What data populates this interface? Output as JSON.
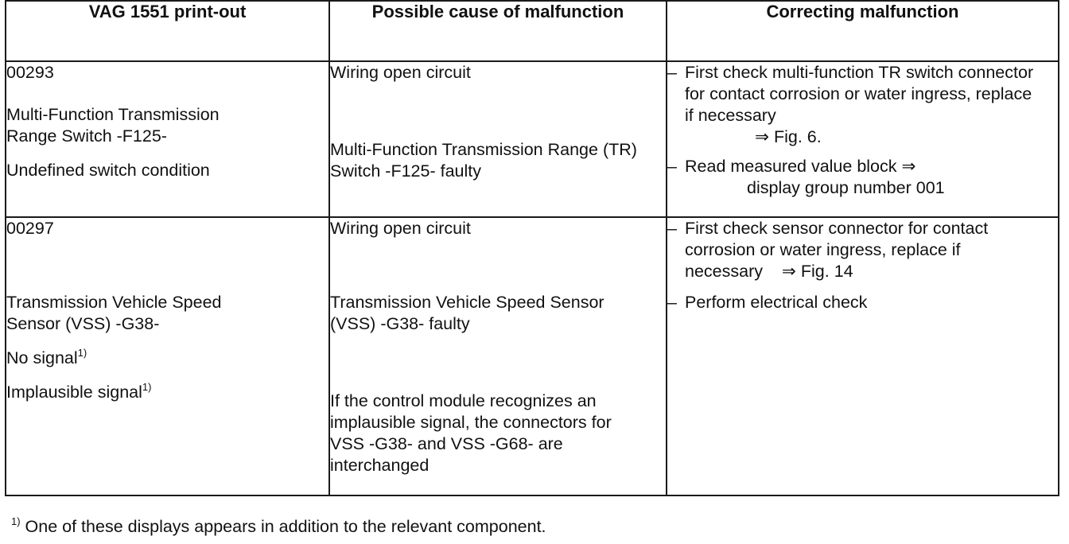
{
  "table": {
    "headers": [
      "VAG 1551 print-out",
      "Possible cause of malfunction",
      "Correcting malfunction"
    ],
    "row1": {
      "code": "00293",
      "component": "Multi-Function Transmission Range Switch -F125-",
      "condition": "Undefined switch condition",
      "cause1": "Wiring open circuit",
      "cause2": "Multi-Function Transmission Range (TR) Switch -F125- faulty",
      "fix1_line1": "First check multi-function TR switch connector for contact corrosion or water ingress, replace if necessary",
      "fix1_ref": "⇒  Fig. 6.",
      "fix2_line1": "Read measured value block ⇒",
      "fix2_line2": "display group number 001"
    },
    "row2": {
      "code": "00297",
      "component": "Transmission Vehicle Speed Sensor (VSS) -G38-",
      "condition1": "No signal",
      "condition2": "Implausible signal",
      "footnote_mark": "1)",
      "cause1": "Wiring open circuit",
      "cause2": "Transmission Vehicle Speed Sensor (VSS) -G38- faulty",
      "cause3": "If the control module recognizes an implausible signal, the connectors for VSS -G38- and VSS -G68- are interchanged",
      "fix1_text": "First check sensor connector for contact corrosion or water ingress, replace if necessary",
      "fix1_ref": "⇒    Fig. 14",
      "fix2": "Perform electrical check"
    },
    "dash": "–"
  },
  "footnote": {
    "mark": "1)",
    "text": "One of these displays appears in addition to the relevant component."
  }
}
